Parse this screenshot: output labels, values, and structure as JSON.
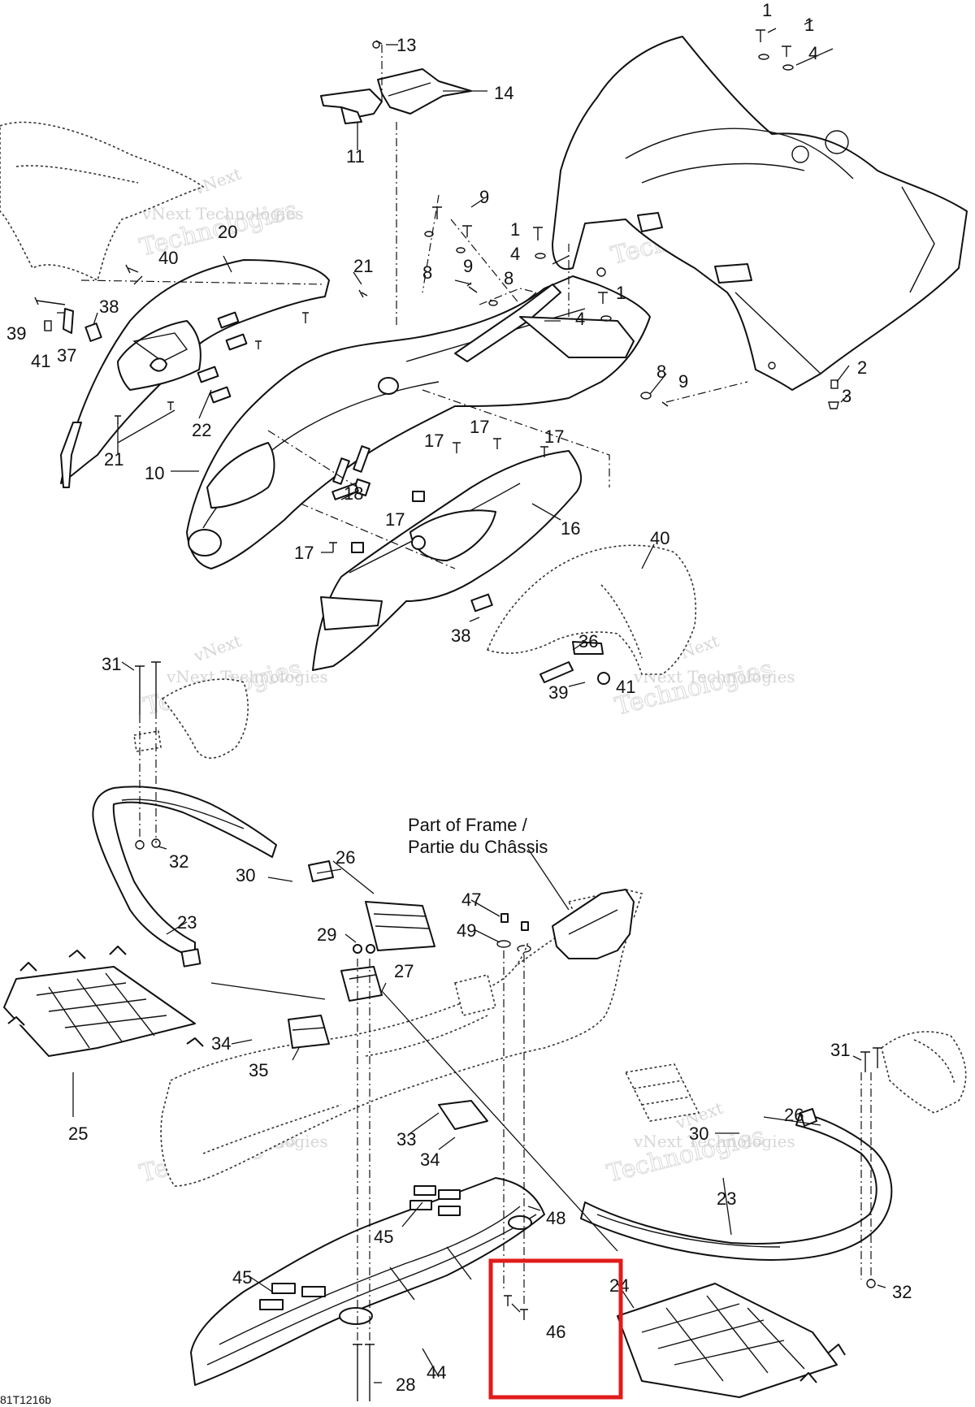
{
  "diagram_code": "81T1216b",
  "watermark": {
    "line1": "vNext",
    "line2": "Technologies",
    "inline": "vNext Technologies"
  },
  "frame_note": {
    "line1": "Part of Frame /",
    "line2": "Partie du Châssis"
  },
  "callouts": [
    "1",
    "1",
    "4",
    "1",
    "4",
    "1",
    "4",
    "2",
    "3",
    "9",
    "8",
    "9",
    "8",
    "8",
    "9",
    "13",
    "14",
    "11",
    "20",
    "40",
    "21",
    "38",
    "39",
    "41",
    "37",
    "22",
    "21",
    "10",
    "17",
    "17",
    "17",
    "17",
    "18",
    "17",
    "16",
    "40",
    "38",
    "36",
    "39",
    "41",
    "31",
    "32",
    "26",
    "30",
    "23",
    "29",
    "27",
    "47",
    "49",
    "34",
    "35",
    "25",
    "33",
    "34",
    "45",
    "48",
    "23",
    "26",
    "30",
    "31",
    "45",
    "24",
    "46",
    "44",
    "28",
    "32"
  ],
  "colors": {
    "ink": "#111111",
    "highlight": "#e21b1b",
    "watermark": "#c9c9c9"
  }
}
